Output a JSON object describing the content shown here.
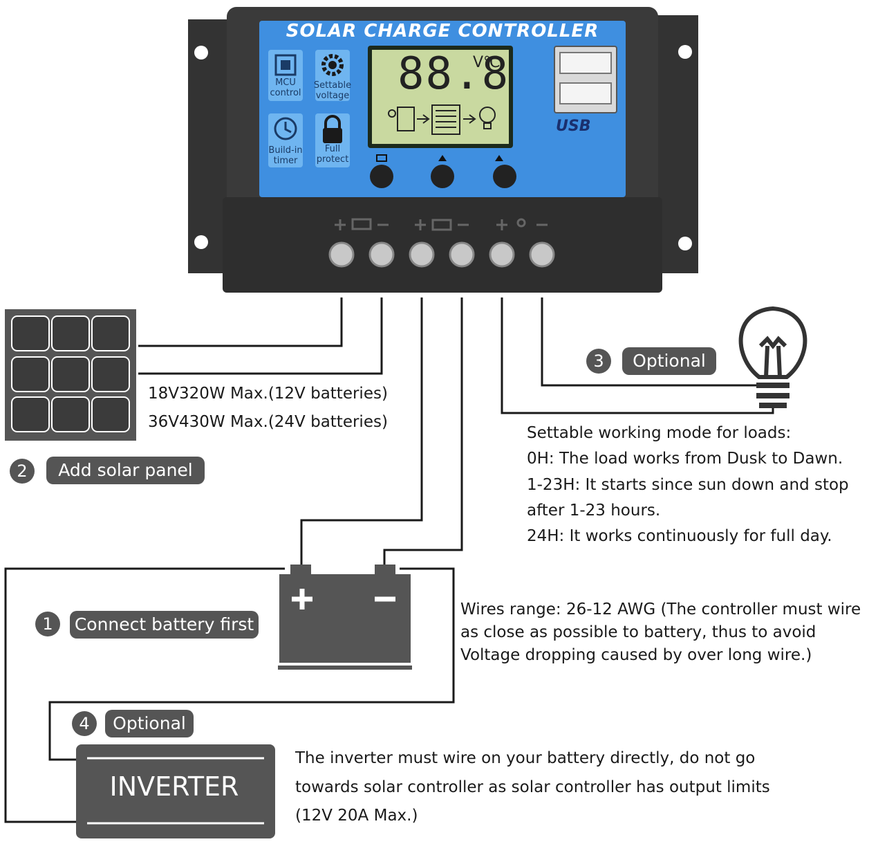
{
  "controller": {
    "title": "SOLAR CHARGE CONTROLLER",
    "features": [
      {
        "label_line1": "MCU",
        "label_line2": "control",
        "icon": "chip-icon"
      },
      {
        "label_line1": "Settable",
        "label_line2": "voltage",
        "icon": "gear-icon"
      },
      {
        "label_line1": "Build-in",
        "label_line2": "timer",
        "icon": "clock-icon"
      },
      {
        "label_line1": "Full",
        "label_line2": "protect",
        "icon": "lock-icon"
      }
    ],
    "lcd_digits": "88.8",
    "lcd_unit": "V℃",
    "usb_label": "USB",
    "buttons": [
      "menu-button",
      "up-button",
      "up-light-button"
    ]
  },
  "solar_panel": {
    "spec_line1": "18V320W Max.(12V batteries)",
    "spec_line2": "36V430W Max.(24V batteries)",
    "step_number": "2",
    "step_label": "Add solar panel"
  },
  "load": {
    "step_number": "3",
    "step_label": "Optional",
    "mode_lines": [
      "Settable working mode for loads:",
      "0H: The load works from Dusk to Dawn.",
      "1-23H: It starts since sun down and stop",
      "after 1-23 hours.",
      "24H: It works continuously for full day."
    ]
  },
  "battery": {
    "step_number": "1",
    "step_label": "Connect battery first",
    "wire_lines": [
      "Wires range: 26-12 AWG (The controller must wire",
      "as close as possible to battery, thus to avoid",
      "Voltage dropping caused by over long wire.)"
    ]
  },
  "inverter": {
    "step_number": "4",
    "step_label": "Optional",
    "label": "INVERTER",
    "note_lines": [
      "The inverter must wire on your battery directly, do not go",
      "towards solar controller as solar controller has output limits",
      "(12V 20A Max.)"
    ]
  },
  "colors": {
    "controller_body": "#3a3a3a",
    "controller_panel": "#3f8fe0",
    "lcd": "#c9d9a0",
    "pill": "#555555",
    "wire": "#1a1a1a"
  }
}
